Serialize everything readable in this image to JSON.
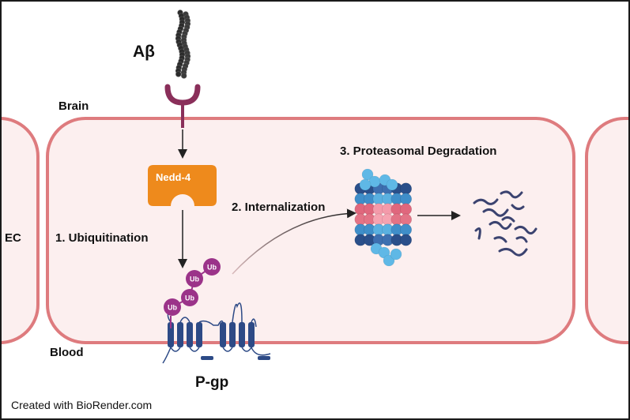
{
  "labels": {
    "abeta": "Aβ",
    "brain": "Brain",
    "blood": "Blood",
    "ec": "EC",
    "nedd4": "Nedd-4",
    "step1": "1. Ubiquitination",
    "step2": "2. Internalization",
    "step3": "3. Proteasomal Degradation",
    "pgp": "P-gp",
    "ub": "Ub"
  },
  "credit": "Created with BioRender.com",
  "colors": {
    "cell_fill": "#fcefef",
    "cell_border": "#de7b7e",
    "receptor": "#8a2f5a",
    "nedd4": "#ee8a1c",
    "ub": "#9b3389",
    "membrane_protein": "#2d4a86",
    "peptide": "#3b4370",
    "abeta_bead": "#2b2b2b"
  },
  "icons": [
    "amyloid-beta-fibril-icon",
    "receptor-icon",
    "nedd4-ligase-icon",
    "ubiquitin-chain-icon",
    "pgp-transporter-icon",
    "proteasome-icon",
    "peptide-fragments-icon"
  ]
}
